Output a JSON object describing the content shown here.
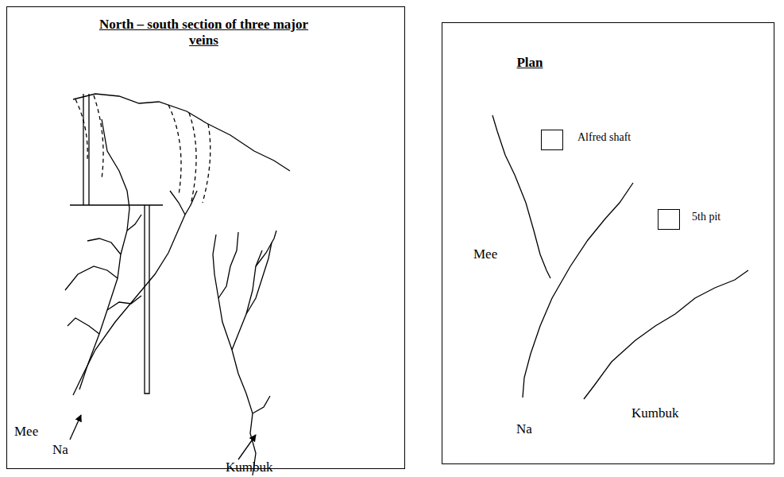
{
  "diagram": {
    "nodes": [
      {
        "text": [
          "North – south section of three major veins"
        ]
      },
      {
        "text": [
          "Plan"
        ]
      },
      {
        "text": [
          "Alfred shaft"
        ],
        "in": 1
      },
      {
        "text": [
          "5th pit"
        ],
        "in": 1
      }
    ],
    "labels": [
      "Mee",
      "Na",
      "Kumbuk",
      "Mee",
      "Na",
      "Kumbuk"
    ]
  }
}
